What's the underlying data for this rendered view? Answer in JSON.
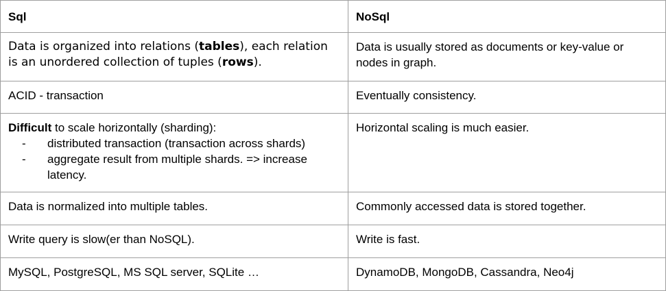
{
  "table": {
    "header": {
      "col1": "Sql",
      "col2": "NoSql"
    },
    "rows": [
      {
        "sql": {
          "t1": "Data is organized into relations (",
          "b1": "tables",
          "t2": "), each relation is an unordered collection of tuples (",
          "b2": "rows",
          "t3": ")."
        },
        "nosql": "Data is usually stored as documents or key-value or nodes in graph."
      },
      {
        "sql": "ACID - transaction",
        "nosql": "Eventually consistency."
      },
      {
        "sql": {
          "bold_lead": "Difficult",
          "lead_rest": " to scale horizontally (sharding):",
          "bullet_mark": "-",
          "bullets": [
            "distributed transaction (transaction across shards)",
            "aggregate result from multiple shards. => increase latency."
          ]
        },
        "nosql": "Horizontal scaling is much easier."
      },
      {
        "sql": "Data is normalized into multiple tables.",
        "nosql": "Commonly accessed data is stored together."
      },
      {
        "sql": "Write query is slow(er than NoSQL).",
        "nosql": "Write is fast."
      },
      {
        "sql": "MySQL, PostgreSQL, MS SQL server, SQLite …",
        "nosql": "DynamoDB, MongoDB, Cassandra, Neo4j"
      }
    ]
  }
}
